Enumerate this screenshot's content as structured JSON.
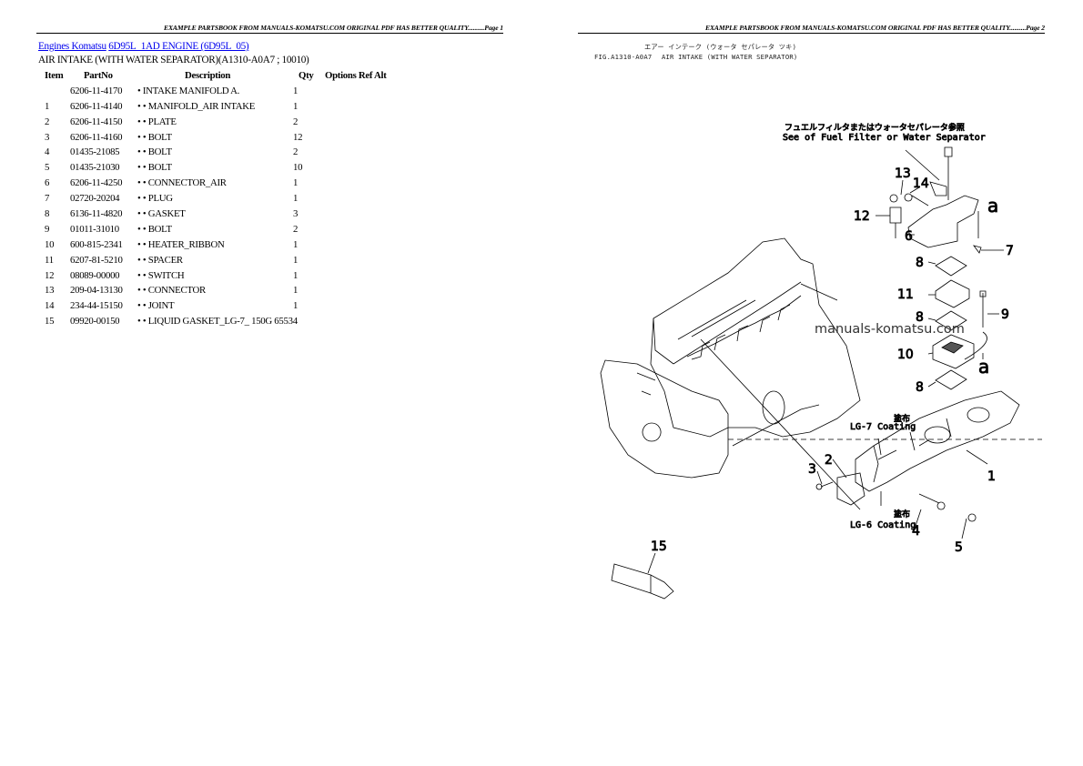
{
  "pages": [
    {
      "banner": "EXAMPLE PARTSBOOK FROM MANUALS-KOMATSU.COM ORIGINAL PDF HAS BETTER QUALITY..........Page 1"
    },
    {
      "banner": "EXAMPLE PARTSBOOK FROM MANUALS-KOMATSU.COM ORIGINAL PDF HAS BETTER QUALITY..........Page 2"
    }
  ],
  "breadcrumb": {
    "link1": "Engines Komatsu",
    "link2": "6D95L_1AD ENGINE (6D95L_05)"
  },
  "subtitle": "AIR INTAKE (WITH WATER SEPARATOR)(A1310-A0A7 ; 10010)",
  "table": {
    "headers": {
      "item": "Item",
      "partno": "PartNo",
      "description": "Description",
      "qty": "Qty",
      "options": "Options",
      "ref": "Ref",
      "alt": "Alt"
    },
    "rows": [
      {
        "item": "",
        "partno": "6206-11-4170",
        "description": "• INTAKE MANIFOLD A.",
        "qty": "1"
      },
      {
        "item": "1",
        "partno": "6206-11-4140",
        "description": "• • MANIFOLD_AIR INTAKE",
        "qty": "1"
      },
      {
        "item": "2",
        "partno": "6206-11-4150",
        "description": "• • PLATE",
        "qty": "2"
      },
      {
        "item": "3",
        "partno": "6206-11-4160",
        "description": "• • BOLT",
        "qty": "12"
      },
      {
        "item": "4",
        "partno": "01435-21085",
        "description": "• • BOLT",
        "qty": "2"
      },
      {
        "item": "5",
        "partno": "01435-21030",
        "description": "• • BOLT",
        "qty": "10"
      },
      {
        "item": "6",
        "partno": "6206-11-4250",
        "description": "• • CONNECTOR_AIR",
        "qty": "1"
      },
      {
        "item": "7",
        "partno": "02720-20204",
        "description": "• • PLUG",
        "qty": "1"
      },
      {
        "item": "8",
        "partno": "6136-11-4820",
        "description": "• • GASKET",
        "qty": "3"
      },
      {
        "item": "9",
        "partno": "01011-31010",
        "description": "• • BOLT",
        "qty": "2"
      },
      {
        "item": "10",
        "partno": "600-815-2341",
        "description": "• • HEATER_RIBBON",
        "qty": "1"
      },
      {
        "item": "11",
        "partno": "6207-81-5210",
        "description": "• • SPACER",
        "qty": "1"
      },
      {
        "item": "12",
        "partno": "08089-00000",
        "description": "• • SWITCH",
        "qty": "1"
      },
      {
        "item": "13",
        "partno": "209-04-13130",
        "description": "• • CONNECTOR",
        "qty": "1"
      },
      {
        "item": "14",
        "partno": "234-44-15150",
        "description": "• • JOINT",
        "qty": "1"
      },
      {
        "item": "15",
        "partno": "09920-00150",
        "description": "• • LIQUID GASKET_LG-7_ 150G 65534",
        "qty": ""
      }
    ]
  },
  "figure": {
    "caption_jp": "エアー インテーク (ウォータ セパレータ ツキ)",
    "caption_id": "FIG.A1310-A0A7",
    "caption_en": "AIR INTAKE (WITH WATER SEPARATOR)",
    "note_jp": "フュエルフィルタまたはウォータセパレータ参照",
    "note_en": "See of Fuel Filter or Water Separator",
    "lg7_jp": "塗布",
    "lg7": "LG-7  Coating",
    "lg6_jp": "塗布",
    "lg6": "LG-6  Coating",
    "watermark": "manuals-komatsu.com",
    "callouts": {
      "c1": "1",
      "c2": "2",
      "c3": "3",
      "c4": "4",
      "c5": "5",
      "c6": "6",
      "c7": "7",
      "c8a": "8",
      "c8b": "8",
      "c8c": "8",
      "c9": "9",
      "c10": "10",
      "c11": "11",
      "c12": "12",
      "c13": "13",
      "c14": "14",
      "c15": "15",
      "a1": "a",
      "a2": "a"
    }
  }
}
